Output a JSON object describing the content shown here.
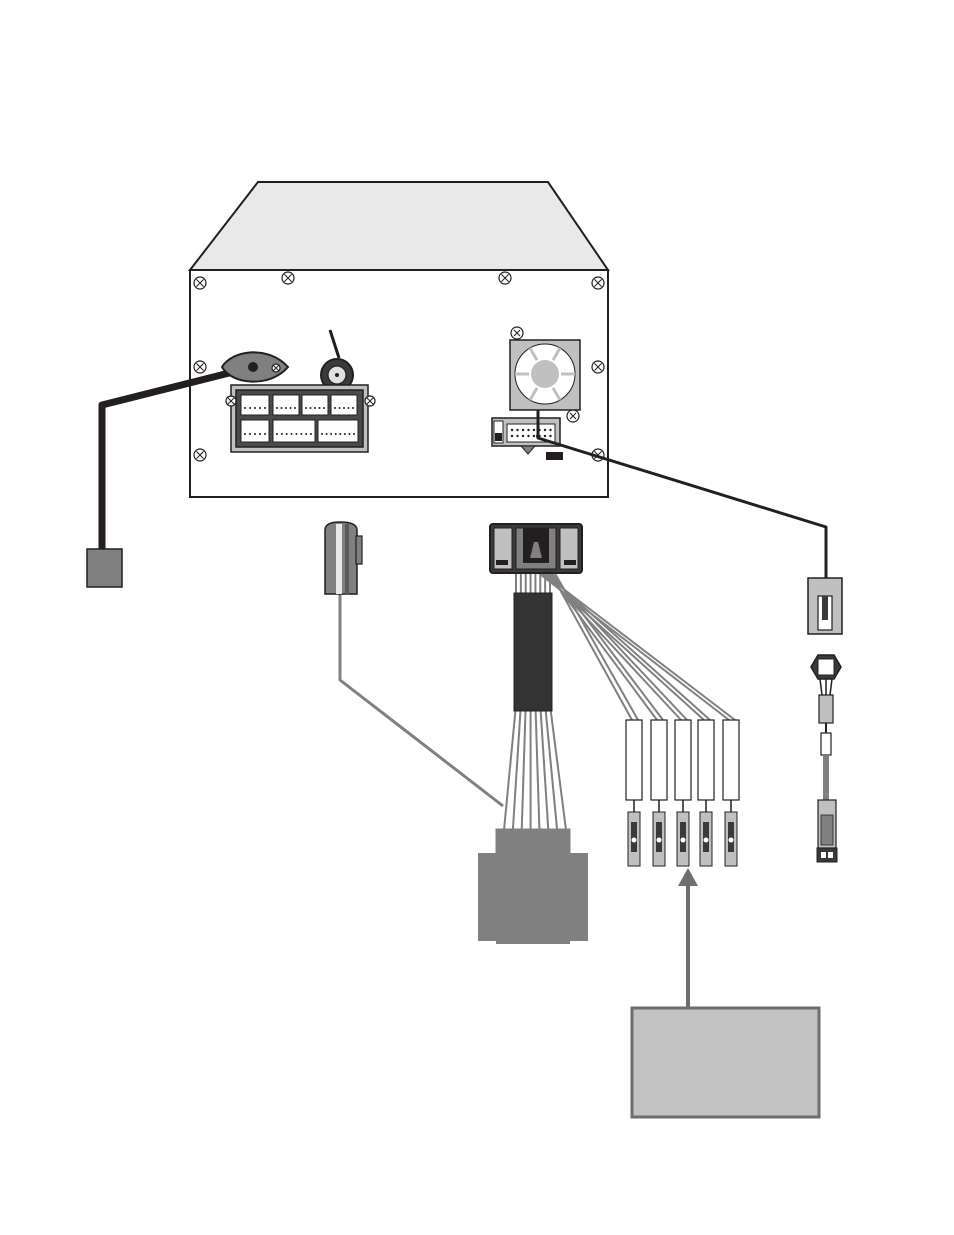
{
  "page": {
    "title": "",
    "caption": "",
    "background": "#ffffff"
  },
  "colors": {
    "line": "#231f20",
    "panel": "#ffffff",
    "housing_top": "#e9e9e9",
    "dark_gray": "#3a3a3a",
    "mid_gray": "#808080",
    "light_gray": "#c0c0c0",
    "harness_sleeve": "#333333",
    "label_box": "#c2c2c2",
    "arrow": "#6e6e6e"
  },
  "components": [
    {
      "id": "head-unit",
      "label": ""
    },
    {
      "id": "gps-antenna-cable",
      "label": ""
    },
    {
      "id": "radio-antenna-port",
      "label": ""
    },
    {
      "id": "main-harness-connector",
      "label": ""
    },
    {
      "id": "cooling-fan",
      "label": ""
    },
    {
      "id": "expansion-port",
      "label": ""
    },
    {
      "id": "antenna-adapter-plug",
      "label": ""
    },
    {
      "id": "wire-harness-plug",
      "label": ""
    },
    {
      "id": "iso-connector-block",
      "label": ""
    },
    {
      "id": "rca-connectors",
      "label": ""
    },
    {
      "id": "usb-extension-cable",
      "label": ""
    },
    {
      "id": "callout-box",
      "label": ""
    }
  ]
}
